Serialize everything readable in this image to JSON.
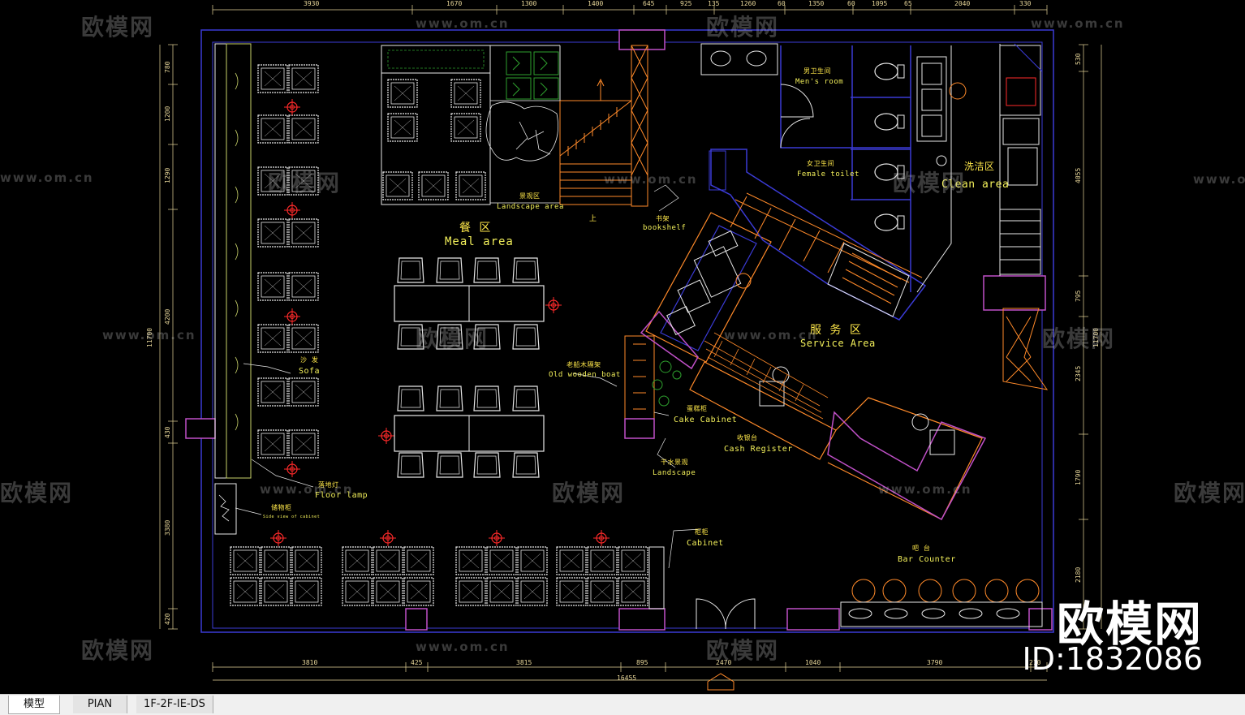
{
  "watermarks": {
    "site": "www.om.cn",
    "logo": "欧模网"
  },
  "brand": {
    "name": "欧模网",
    "id": "ID:1832086"
  },
  "labels": {
    "meal_area_zh": "餐 区",
    "meal_area_en": "Meal area",
    "landscape_area_zh": "景观区",
    "landscape_area_en": "Landscape area",
    "up": "上",
    "bookshelf_zh": "书架",
    "bookshelf_en": "bookshelf",
    "mens_room_zh": "男卫生间",
    "mens_room_en": "Men's room",
    "female_toilet_zh": "女卫生间",
    "female_toilet_en": "Female toilet",
    "clean_area_zh": "洗洁区",
    "clean_area_en": "Clean area",
    "service_area_zh": "服 务 区",
    "service_area_en": "Service Area",
    "old_wooden_boat_zh": "老船木隔架",
    "old_wooden_boat_en": "Old wooden boat",
    "cake_cabinet_zh": "蛋糕柜",
    "cake_cabinet_en": "Cake Cabinet",
    "cash_register_zh": "收银台",
    "cash_register_en": "Cash Register",
    "landscape_zh": "干水景观",
    "landscape_en": "Landscape",
    "sofa_zh": "沙 发",
    "sofa_en": "Sofa",
    "floor_lamp_zh": "落地灯",
    "floor_lamp_en": "Floor lamp",
    "side_cabinet_zh": "储物柜",
    "side_cabinet_en": "Side view of cabinet",
    "cabinet_zh": "柜柜",
    "cabinet_en": "Cabinet",
    "bar_counter_zh": "吧 台",
    "bar_counter_en": "Bar Counter"
  },
  "dimensions": {
    "top": [
      "3930",
      "1670",
      "1300",
      "1400",
      "645",
      "925",
      "135",
      "1260",
      "60",
      "1350",
      "60",
      "1095",
      "65",
      "2040",
      "330"
    ],
    "bottom": [
      "3810",
      "425",
      "3815",
      "895",
      "2470",
      "1040",
      "3790",
      "210"
    ],
    "total": "16455",
    "left": [
      "780",
      "1200",
      "1290",
      "4200",
      "430",
      "3380",
      "420"
    ],
    "left_total": "11700",
    "right": [
      "530",
      "4055",
      "795",
      "2345",
      "1790",
      "2180"
    ],
    "right_total": "11700"
  },
  "tabs": [
    {
      "label": "模型",
      "active": true
    },
    {
      "label": "PIAN",
      "active": false
    },
    {
      "label": "1F-2F-IE-DS",
      "active": false
    }
  ],
  "colors": {
    "background": "#000000",
    "wall": "#3b3bd6",
    "furniture": "#e8e8e8",
    "text": "#f2ef5a",
    "orange": "#ff8a2a",
    "magenta": "#c050c8",
    "green": "#2ea02e",
    "red": "#ff2a2a"
  }
}
